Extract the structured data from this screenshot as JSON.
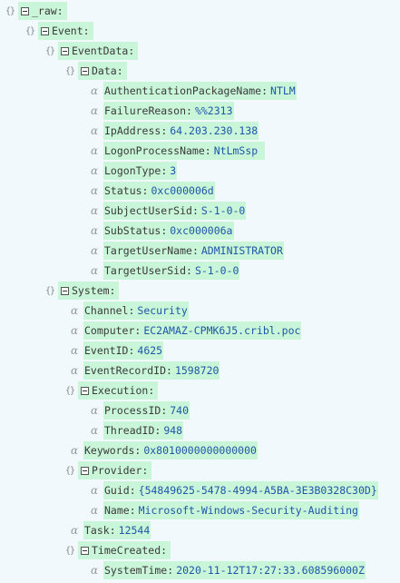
{
  "rows": [
    {
      "depth": 0,
      "kind": "object",
      "key": "_raw"
    },
    {
      "depth": 1,
      "kind": "object",
      "key": "Event"
    },
    {
      "depth": 2,
      "kind": "object",
      "key": "EventData"
    },
    {
      "depth": 3,
      "kind": "object",
      "key": "Data"
    },
    {
      "depth": 4,
      "kind": "field",
      "key": "AuthenticationPackageName",
      "value": "NTLM"
    },
    {
      "depth": 4,
      "kind": "field",
      "key": "FailureReason",
      "value": "%%2313"
    },
    {
      "depth": 4,
      "kind": "field",
      "key": "IpAddress",
      "value": "64.203.230.138"
    },
    {
      "depth": 4,
      "kind": "field",
      "key": "LogonProcessName",
      "value": "NtLmSsp "
    },
    {
      "depth": 4,
      "kind": "field",
      "key": "LogonType",
      "value": "3"
    },
    {
      "depth": 4,
      "kind": "field",
      "key": "Status",
      "value": "0xc000006d"
    },
    {
      "depth": 4,
      "kind": "field",
      "key": "SubjectUserSid",
      "value": "S-1-0-0"
    },
    {
      "depth": 4,
      "kind": "field",
      "key": "SubStatus",
      "value": "0xc000006a"
    },
    {
      "depth": 4,
      "kind": "field",
      "key": "TargetUserName",
      "value": "ADMINISTRATOR"
    },
    {
      "depth": 4,
      "kind": "field",
      "key": "TargetUserSid",
      "value": "S-1-0-0"
    },
    {
      "depth": 2,
      "kind": "object",
      "key": "System"
    },
    {
      "depth": 3,
      "kind": "field",
      "key": "Channel",
      "value": "Security"
    },
    {
      "depth": 3,
      "kind": "field",
      "key": "Computer",
      "value": "EC2AMAZ-CPMK6J5.cribl.poc"
    },
    {
      "depth": 3,
      "kind": "field",
      "key": "EventID",
      "value": "4625"
    },
    {
      "depth": 3,
      "kind": "field",
      "key": "EventRecordID",
      "value": "1598720"
    },
    {
      "depth": 3,
      "kind": "object",
      "key": "Execution"
    },
    {
      "depth": 4,
      "kind": "field",
      "key": "ProcessID",
      "value": "740"
    },
    {
      "depth": 4,
      "kind": "field",
      "key": "ThreadID",
      "value": "948"
    },
    {
      "depth": 3,
      "kind": "field",
      "key": "Keywords",
      "value": "0x8010000000000000"
    },
    {
      "depth": 3,
      "kind": "object",
      "key": "Provider"
    },
    {
      "depth": 4,
      "kind": "field",
      "key": "Guid",
      "value": "{54849625-5478-4994-A5BA-3E3B0328C30D}"
    },
    {
      "depth": 4,
      "kind": "field",
      "key": "Name",
      "value": "Microsoft-Windows-Security-Auditing"
    },
    {
      "depth": 3,
      "kind": "field",
      "key": "Task",
      "value": "12544"
    },
    {
      "depth": 3,
      "kind": "object",
      "key": "TimeCreated"
    },
    {
      "depth": 4,
      "kind": "field",
      "key": "SystemTime",
      "value": "2020-11-12T17:27:33.608596000Z"
    }
  ],
  "icons": {
    "object": "object-braces-icon",
    "toggle": "collapse-toggle-icon",
    "field": "string-type-alpha-icon"
  },
  "colors": {
    "background": "#f1f9fd",
    "highlight": "#c9f5d9",
    "key": "#3a3a3a",
    "value": "#1f57a8",
    "icon": "#999999"
  }
}
